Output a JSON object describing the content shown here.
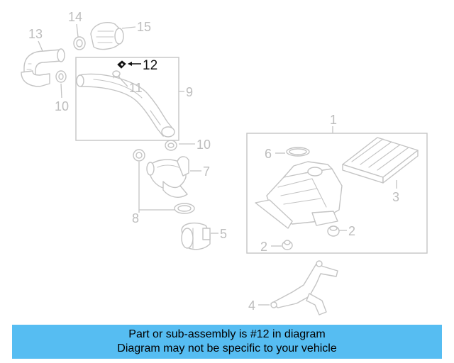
{
  "highlighted_part": "12",
  "callouts": {
    "c1": "1",
    "c2a": "2",
    "c2b": "2",
    "c3": "3",
    "c4": "4",
    "c5": "5",
    "c6": "6",
    "c7": "7",
    "c8": "8",
    "c9": "9",
    "c10a": "10",
    "c10b": "10",
    "c11": "11",
    "c12": "12",
    "c13": "13",
    "c14": "14",
    "c15": "15"
  },
  "banner": {
    "line1": "Part or sub-assembly is #12 in diagram",
    "line2": "Diagram may not be specific to your vehicle"
  },
  "colors": {
    "banner_bg": "#56bdf2",
    "highlight": "#111111",
    "line_art": "#c4c4c4"
  }
}
